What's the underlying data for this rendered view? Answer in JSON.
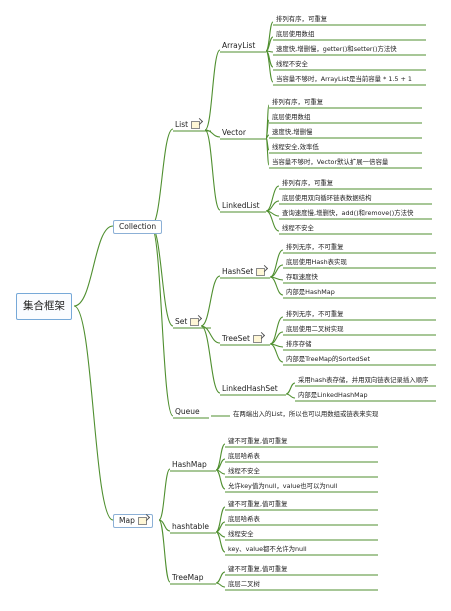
{
  "root": "集合框架",
  "collection": {
    "label": "Collection",
    "list": {
      "label": "List",
      "arraylist": {
        "label": "ArrayList",
        "items": [
          "排列有序，可重复",
          "底层使用数组",
          "速度快,增删慢，getter()和setter()方法快",
          "线程不安全",
          "当容量不够时，ArrayList是当前容量 * 1.5 + 1"
        ]
      },
      "vector": {
        "label": "Vector",
        "items": [
          "排列有序，可重复",
          "底层使用数组",
          "速度快,增删慢",
          "线程安全,效率低",
          "当容量不够时，Vector默认扩展一倍容量"
        ]
      },
      "linkedlist": {
        "label": "LinkedList",
        "items": [
          "排列有序，可重复",
          "底层使用双向循环链表数据结构",
          "查询速度慢,增删快，add()和remove()方法快",
          "线程不安全"
        ]
      }
    },
    "set": {
      "label": "Set",
      "hashset": {
        "label": "HashSet",
        "items": [
          "排列无序，不可重复",
          "底层使用Hash表实现",
          "存取速度快",
          "内部是HashMap"
        ]
      },
      "treeset": {
        "label": "TreeSet",
        "items": [
          "排列无序，不可重复",
          "底层使用二叉树实现",
          "排序存储",
          "内部是TreeMap的SortedSet"
        ]
      },
      "linkedhashset": {
        "label": "LinkedHashSet",
        "items": [
          "采用hash表存储，并用双向链表记录插入顺序",
          "内部是LinkedHashMap"
        ]
      }
    },
    "queue": {
      "label": "Queue",
      "items": [
        "在两端出入的List，所以也可以用数组或链表来实现"
      ]
    }
  },
  "map": {
    "label": "Map",
    "hashmap": {
      "label": "HashMap",
      "items": [
        "键不可重复,值可重复",
        "底层哈希表",
        "线程不安全",
        "允许key值为null，value也可以为null"
      ]
    },
    "hashtable": {
      "label": "hashtable",
      "items": [
        "键不可重复,值可重复",
        "底层哈希表",
        "线程安全",
        "key、value都不允许为null"
      ]
    },
    "treemap": {
      "label": "TreeMap",
      "items": [
        "键不可重复,值可重复",
        "底层二叉树"
      ]
    }
  },
  "colors": {
    "branch": "#4f8f2f",
    "box_border": "#8cb0d6",
    "root_border": "#77a9d8"
  },
  "icons": {
    "note": "note-icon"
  }
}
